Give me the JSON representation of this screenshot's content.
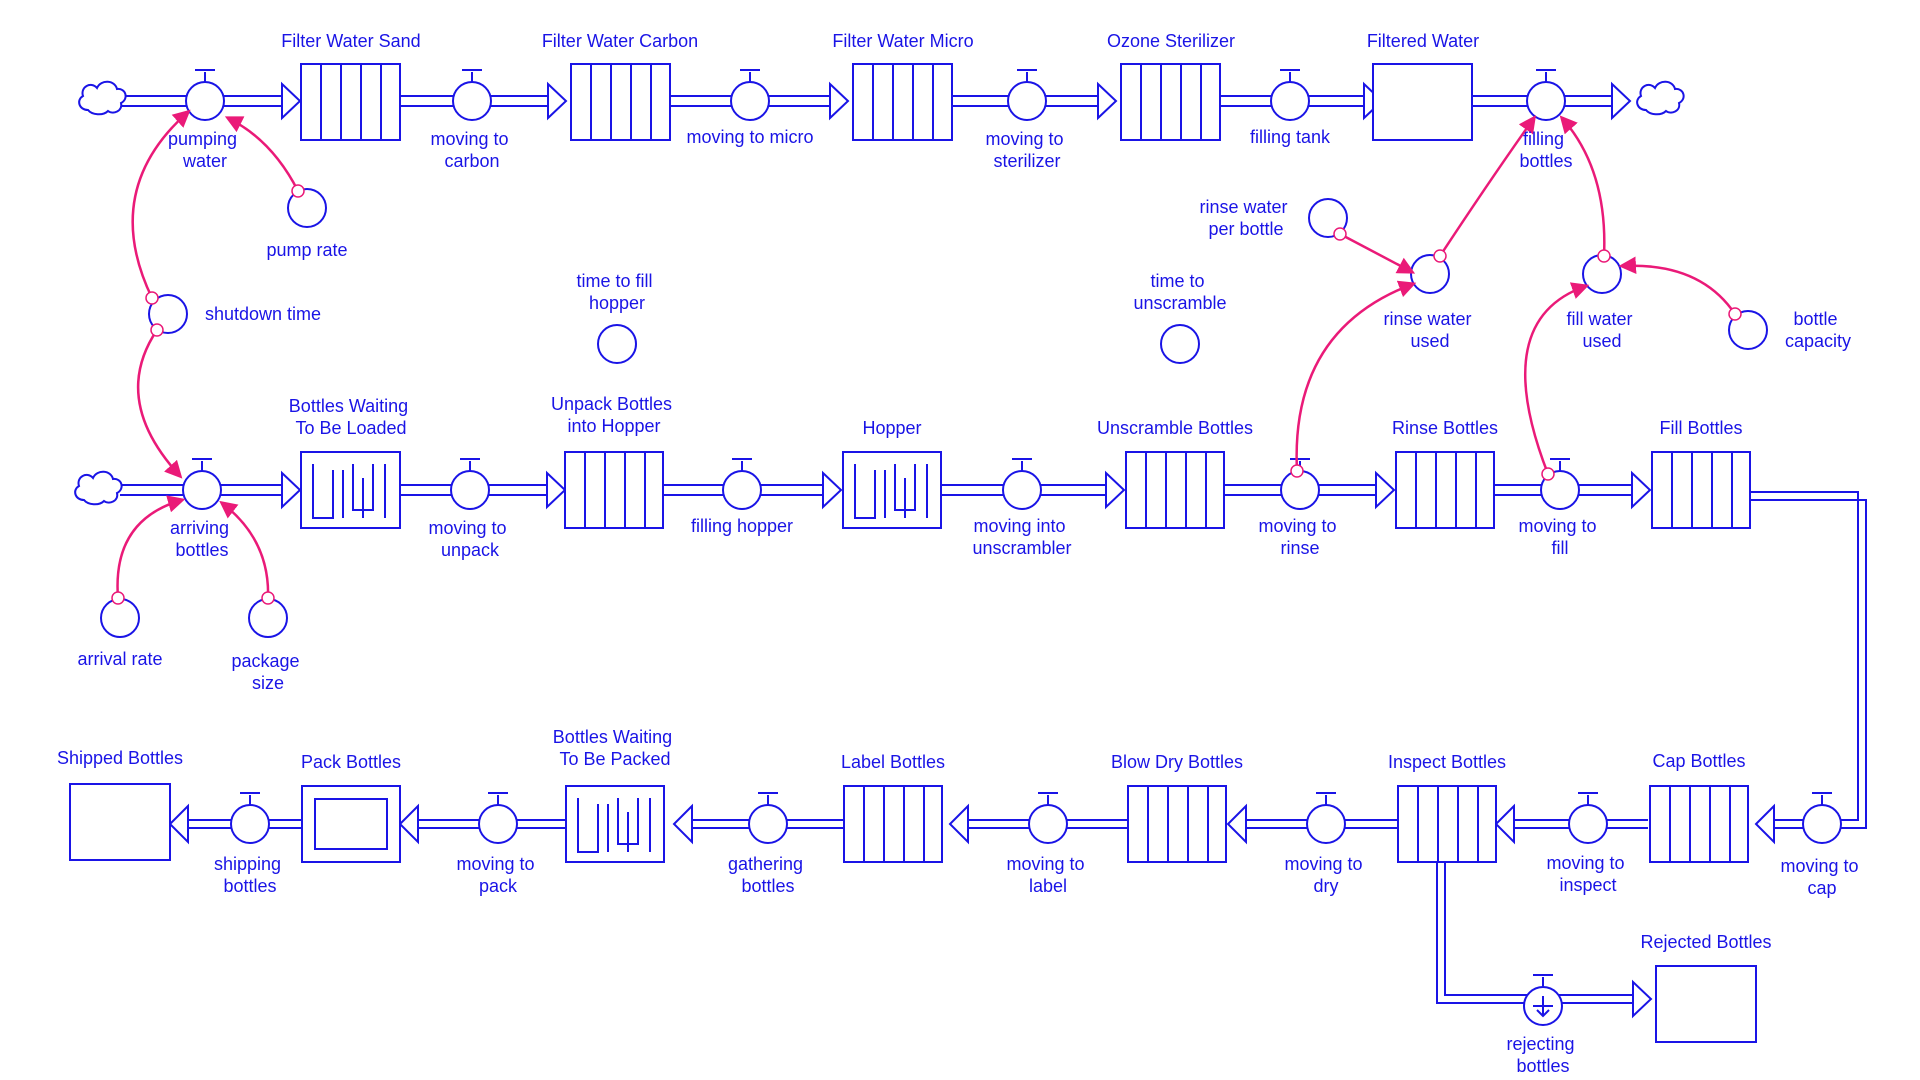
{
  "colors": {
    "stock": "#1a14e6",
    "link": "#ea1a78",
    "background": "#ffffff"
  },
  "stocks": {
    "filter_water_sand": "Filter Water Sand",
    "filter_water_carbon": "Filter Water Carbon",
    "filter_water_micro": "Filter Water Micro",
    "ozone_sterilizer": "Ozone Sterilizer",
    "filtered_water": "Filtered Water",
    "bottles_waiting_loaded": [
      "Bottles Waiting",
      "To Be Loaded"
    ],
    "unpack_bottles": [
      "Unpack Bottles",
      "into Hopper"
    ],
    "hopper": "Hopper",
    "unscramble_bottles": "Unscramble Bottles",
    "rinse_bottles": "Rinse Bottles",
    "fill_bottles": "Fill Bottles",
    "cap_bottles": "Cap Bottles",
    "inspect_bottles": "Inspect Bottles",
    "blow_dry_bottles": "Blow Dry Bottles",
    "label_bottles": "Label Bottles",
    "bottles_waiting_packed": [
      "Bottles Waiting",
      "To Be Packed"
    ],
    "pack_bottles": "Pack Bottles",
    "shipped_bottles": "Shipped Bottles",
    "rejected_bottles": "Rejected Bottles"
  },
  "flows": {
    "pumping_water": [
      "pumping",
      "water"
    ],
    "moving_to_carbon": [
      "moving to",
      "carbon"
    ],
    "moving_to_micro": "moving to micro",
    "moving_to_sterilizer": [
      "moving to",
      "sterilizer"
    ],
    "filling_tank": "filling tank",
    "filling_bottles": [
      "filling",
      "bottles"
    ],
    "arriving_bottles": [
      "arriving",
      "bottles"
    ],
    "moving_to_unpack": [
      "moving to",
      "unpack"
    ],
    "filling_hopper": "filling hopper",
    "moving_into_unscrambler": [
      "moving into",
      "unscrambler"
    ],
    "moving_to_rinse": [
      "moving to",
      "rinse"
    ],
    "moving_to_fill": [
      "moving to",
      "fill"
    ],
    "moving_to_cap": [
      "moving to",
      "cap"
    ],
    "moving_to_inspect": [
      "moving to",
      "inspect"
    ],
    "moving_to_dry": [
      "moving to",
      "dry"
    ],
    "moving_to_label": [
      "moving to",
      "label"
    ],
    "gathering_bottles": [
      "gathering",
      "bottles"
    ],
    "moving_to_pack": [
      "moving to",
      "pack"
    ],
    "shipping_bottles": [
      "shipping",
      "bottles"
    ],
    "rejecting_bottles": [
      "rejecting",
      "bottles"
    ]
  },
  "converters": {
    "pump_rate": "pump rate",
    "shutdown_time": "shutdown time",
    "time_to_fill_hopper": [
      "time to fill",
      "hopper"
    ],
    "time_to_unscramble": [
      "time to",
      "unscramble"
    ],
    "rinse_water_per_bottle": [
      "rinse water",
      "per bottle"
    ],
    "rinse_water_used": [
      "rinse water",
      "used"
    ],
    "fill_water_used": [
      "fill water",
      "used"
    ],
    "bottle_capacity": [
      "bottle",
      "capacity"
    ],
    "arrival_rate": "arrival rate",
    "package_size": [
      "package",
      "size"
    ]
  }
}
